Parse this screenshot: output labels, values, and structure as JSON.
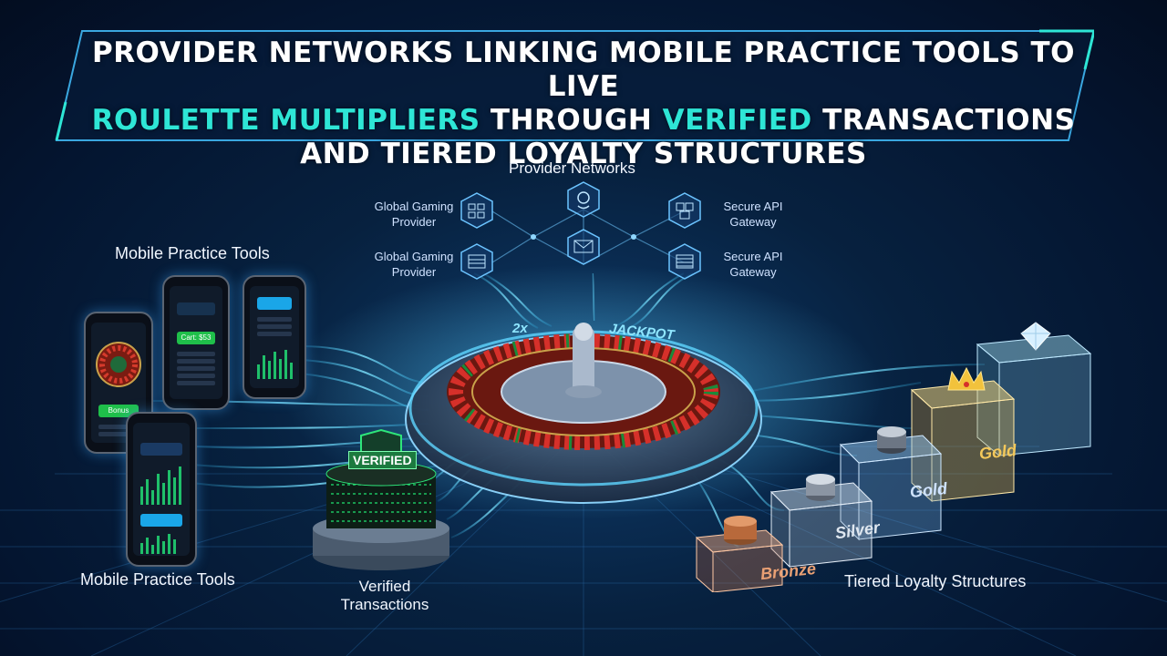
{
  "title": {
    "line1": "PROVIDER NETWORKS LINKING MOBILE PRACTICE TOOLS TO LIVE",
    "line2_a": "ROULETTE MULTIPLIERS",
    "line2_b": " THROUGH ",
    "line2_c": "VERIFIED",
    "line2_d": " TRANSACTIONS",
    "line3": "AND TIERED LOYALTY STRUCTURES"
  },
  "provider_networks": {
    "heading": "Provider Networks",
    "nodes": [
      {
        "label_1": "Global Gaming",
        "label_2": "Provider",
        "icon": "grid-chip-icon"
      },
      {
        "label_1": "Global Gaming",
        "label_2": "Provider",
        "icon": "server-rack-icon"
      },
      {
        "label_1": "Secure API",
        "label_2": "Gateway",
        "icon": "lock-cube-icon"
      },
      {
        "label_1": "Secure API",
        "label_2": "Gateway",
        "icon": "server-stack-icon"
      }
    ]
  },
  "mobile": {
    "heading_top": "Mobile Practice Tools",
    "heading_bottom": "Mobile Practice Tools",
    "phone_texts": [
      "Bonus",
      "Cart: $53"
    ]
  },
  "wheel": {
    "multiplier": "2x",
    "jackpot": "JACKPOT"
  },
  "verified": {
    "badge": "VERIFIED",
    "label_1": "Verified",
    "label_2": "Transactions"
  },
  "loyalty": {
    "heading": "Tiered Loyalty Structures",
    "tiers": [
      "Bronze",
      "Silver",
      "Gold",
      "Gold"
    ]
  },
  "colors": {
    "accent": "#2ee6d6",
    "glow": "#35c8ff",
    "bronze": "#c77a48",
    "gold": "#e7b94a"
  }
}
